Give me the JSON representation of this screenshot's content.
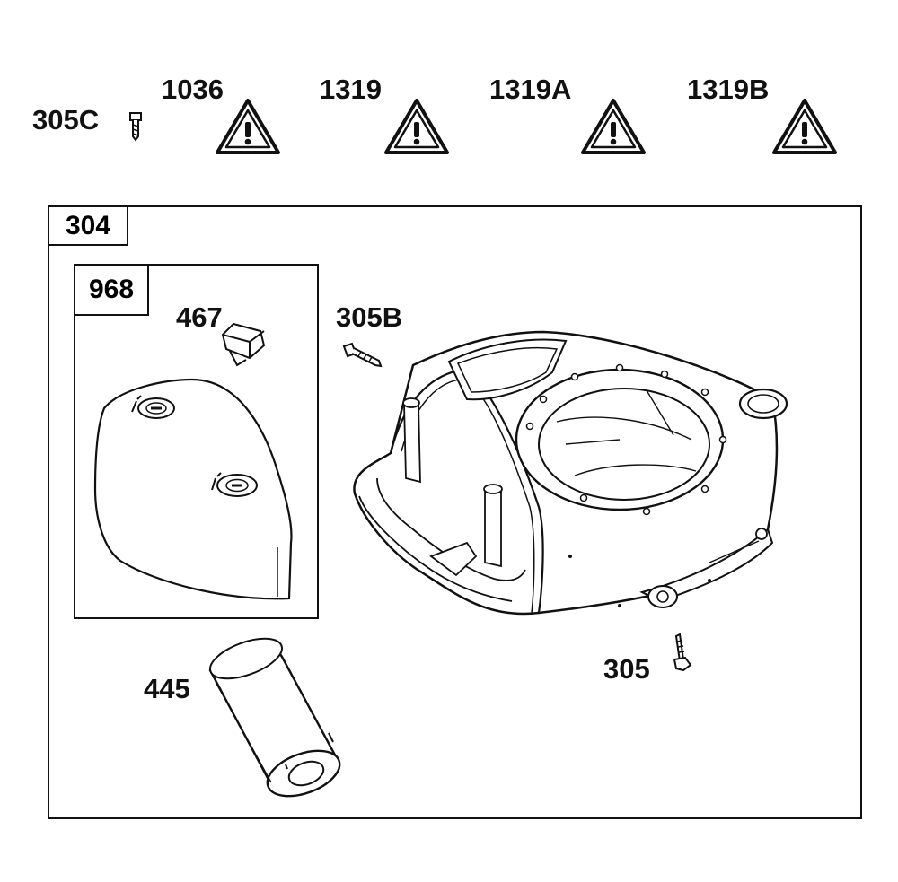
{
  "warnings": [
    {
      "id": "1036"
    },
    {
      "id": "1319"
    },
    {
      "id": "1319A"
    },
    {
      "id": "1319B"
    }
  ],
  "parts": {
    "screw_top": "305C",
    "assembly": "304",
    "kit": "968",
    "clip": "467",
    "screw_mid": "305B",
    "screw_bottom": "305",
    "filter": "445"
  },
  "colors": {
    "line": "#111111",
    "background": "#ffffff"
  },
  "icons": {
    "warning": "warning-triangle-icon"
  }
}
